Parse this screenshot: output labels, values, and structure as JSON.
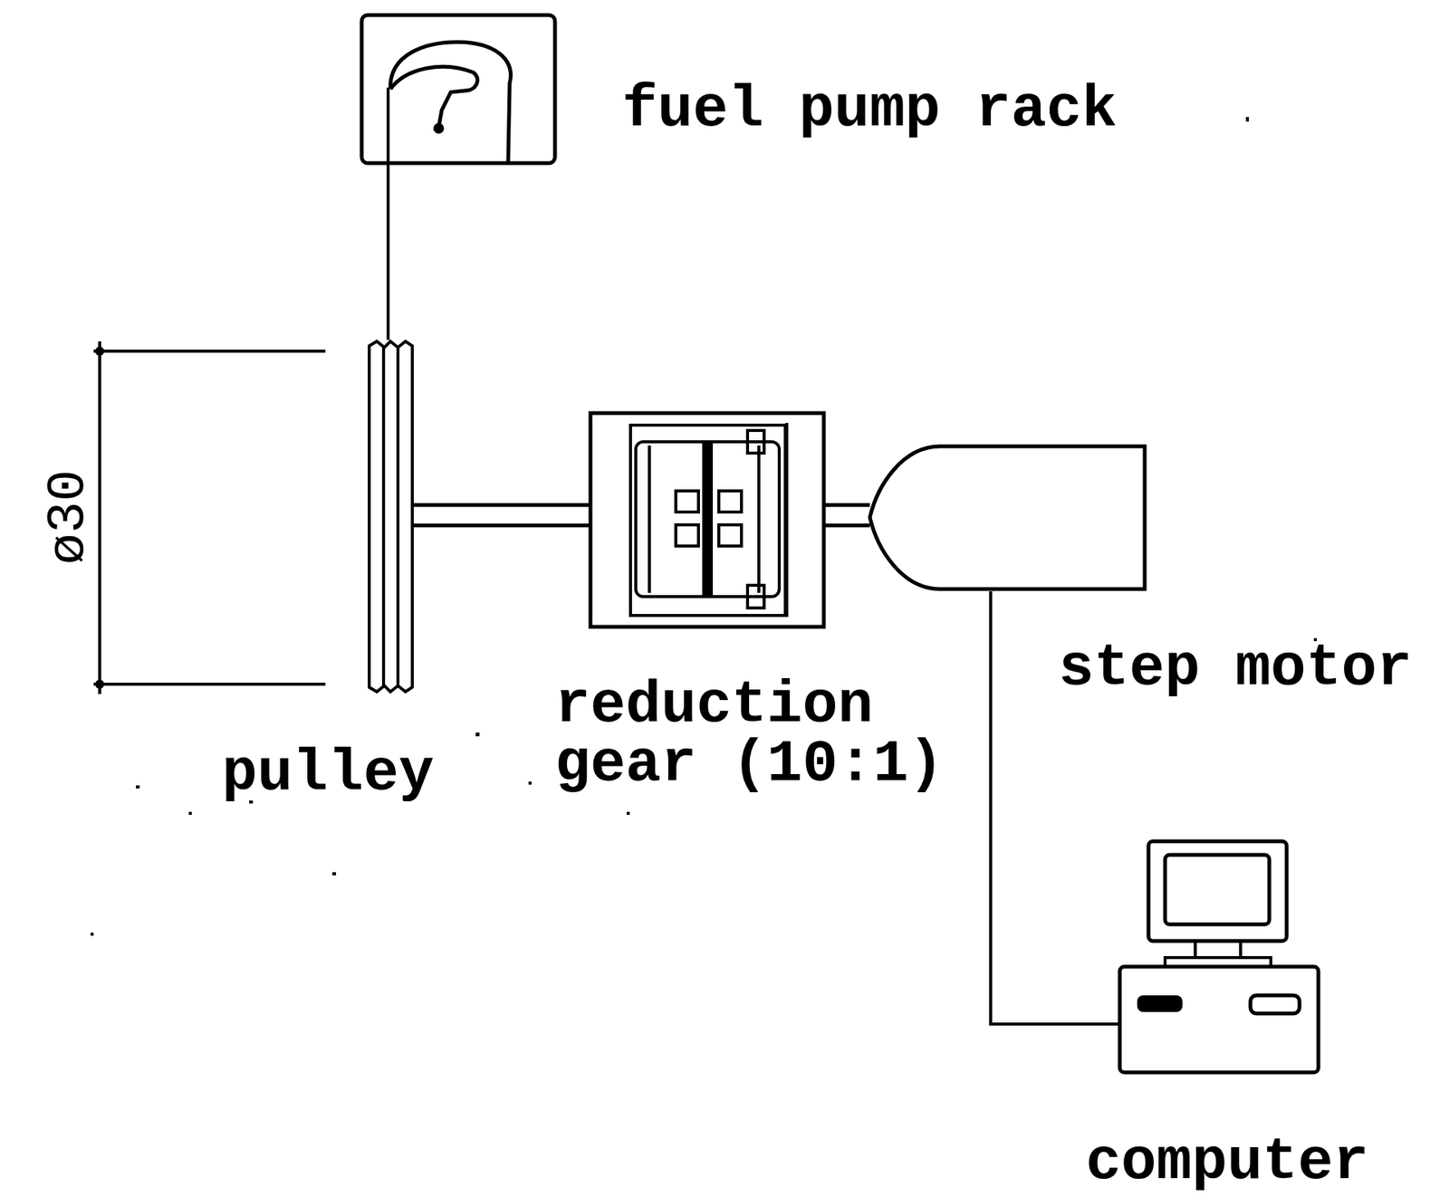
{
  "diagram": {
    "nodes": [
      {
        "text": [
          "fuel pump rack"
        ]
      },
      {
        "text": [
          "pulley"
        ]
      },
      {
        "text": [
          "reduction gear (10:1)"
        ]
      },
      {
        "text": [
          "step motor"
        ]
      },
      {
        "text": [
          "computer"
        ]
      }
    ],
    "edges": [
      {
        "from": 0,
        "to": 1,
        "arrow": "none"
      },
      {
        "from": 1,
        "to": 2,
        "arrow": "none"
      },
      {
        "from": 2,
        "to": 3,
        "arrow": "none"
      },
      {
        "from": 3,
        "to": 4,
        "arrow": "none"
      }
    ],
    "labels": [
      "ø30"
    ]
  }
}
